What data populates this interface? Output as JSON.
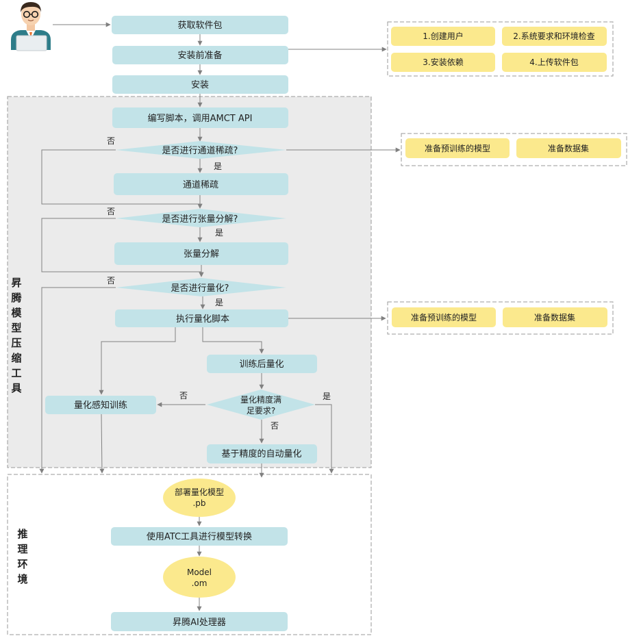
{
  "colors": {
    "process": "#c2e3e8",
    "note": "#fbe98d",
    "region": "#ebebeb",
    "line": "#808080"
  },
  "nodes": {
    "get_pkg": "获取软件包",
    "pre_install": "安装前准备",
    "install": "安装",
    "write_script": "编写脚本，调用AMCT API",
    "q_channel": "是否进行通道稀疏?",
    "channel_sparse": "通道稀疏",
    "q_tensor": "是否进行张量分解?",
    "tensor_decomp": "张量分解",
    "q_quant": "是否进行量化?",
    "exec_quant": "执行量化脚本",
    "post_train_quant": "训练后量化",
    "qat": "量化感知训练",
    "q_accuracy_line1": "量化精度满",
    "q_accuracy_line2": "足要求?",
    "auto_quant": "基于精度的自动量化",
    "deploy_line1": "部署量化模型",
    "deploy_line2": ".pb",
    "atc_convert": "使用ATC工具进行模型转换",
    "model_line1": "Model",
    "model_line2": ".om",
    "processor": "昇腾AI处理器"
  },
  "prep_notes": {
    "create_user": "1.创建用户",
    "sys_check": "2.系统要求和环境检查",
    "install_deps": "3.安装依赖",
    "upload_pkg": "4.上传软件包"
  },
  "channel_notes": {
    "pretrained_model": "准备预训练的模型",
    "dataset": "准备数据集"
  },
  "quant_notes": {
    "pretrained_model": "准备预训练的模型",
    "dataset": "准备数据集"
  },
  "labels": {
    "yes": "是",
    "no": "否"
  },
  "regions": {
    "compress_tool": [
      "昇",
      "腾",
      "模",
      "型",
      "压",
      "缩",
      "工",
      "具"
    ],
    "inference_env": [
      "推",
      "理",
      "环",
      "境"
    ]
  },
  "icons": {
    "user": "user-avatar-icon"
  }
}
